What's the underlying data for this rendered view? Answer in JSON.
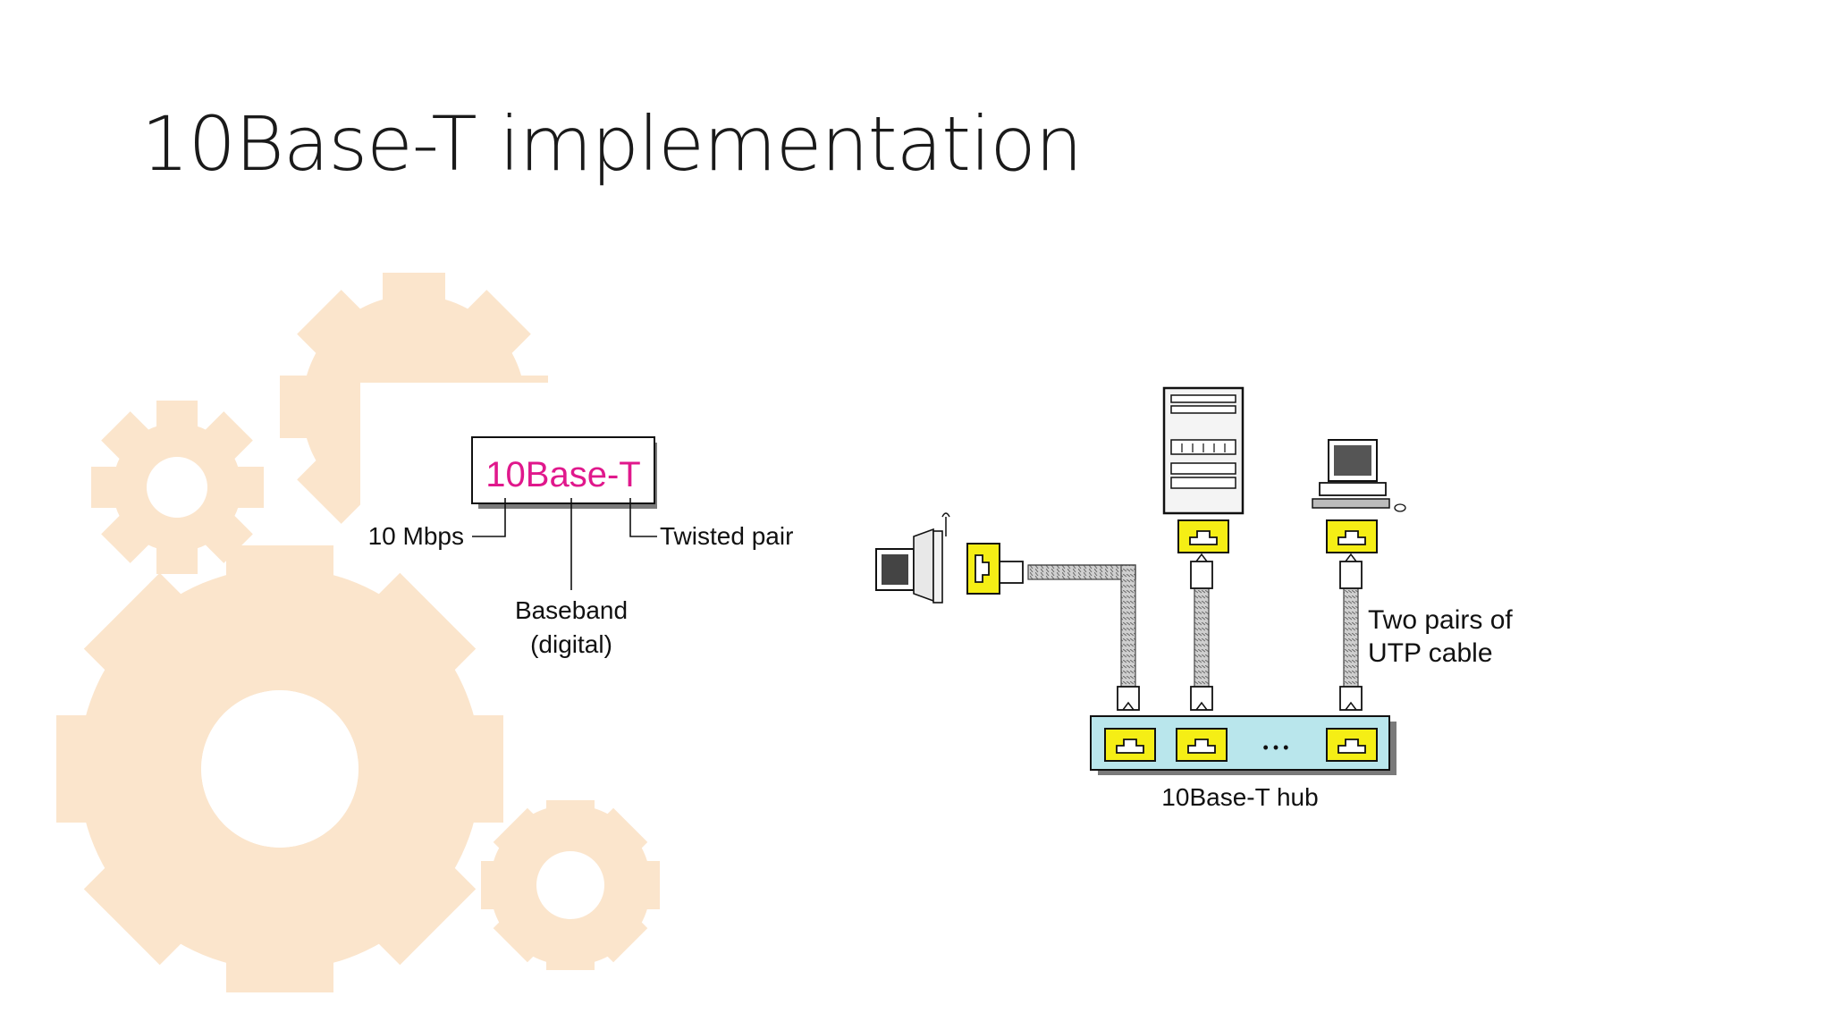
{
  "slide": {
    "title": "10Base-T implementation"
  },
  "notation": {
    "box_label": "10Base-T",
    "parts": {
      "rate": "10 Mbps",
      "signal_line1": "Baseband",
      "signal_line2": "(digital)",
      "medium": "Twisted pair"
    }
  },
  "network": {
    "cable_label_line1": "Two pairs of",
    "cable_label_line2": "UTP cable",
    "hub_label": "10Base-T hub",
    "hub_ellipsis": "• • •"
  },
  "colors": {
    "accent_magenta": "#e0188c",
    "gear_tint": "#fbe5cc",
    "port_yellow": "#f5ee15",
    "hub_cyan": "#b9e6ec"
  },
  "icons": {
    "background": "gear-icon",
    "devices": [
      "workstation-icon",
      "server-icon",
      "desktop-computer-icon"
    ],
    "connectors": [
      "rj45-port-icon",
      "rj45-plug-icon"
    ]
  }
}
